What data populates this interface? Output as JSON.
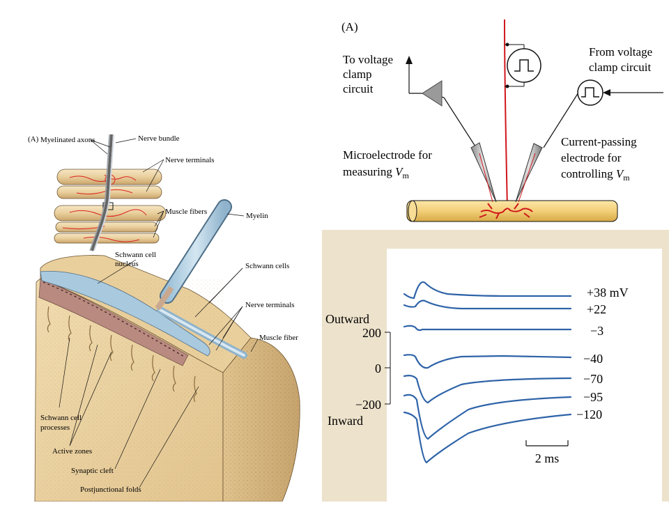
{
  "left_figure": {
    "panel_letter": "(A)",
    "labels": {
      "myelinated_axons": "Myelinated axons",
      "nerve_bundle": "Nerve bundle",
      "nerve_terminals_top": "Nerve terminals",
      "muscle_fibers": "Muscle fibers",
      "myelin": "Myelin",
      "schwann_nucleus_1": "Schwann cell",
      "schwann_nucleus_2": "nucleus",
      "schwann_cells": "Schwann cells",
      "nerve_terminals": "Nerve terminals",
      "muscle_fiber": "Muscle fiber",
      "schwann_processes_1": "Schwann cell",
      "schwann_processes_2": "processes",
      "active_zones": "Active zones",
      "synaptic_cleft": "Synaptic cleft",
      "postjunctional_folds": "Postjunctional folds"
    }
  },
  "clamp_figure": {
    "panel_letter": "(A)",
    "to_circuit": [
      "To voltage",
      "clamp",
      "circuit"
    ],
    "from_circuit": [
      "From voltage",
      "clamp circuit"
    ],
    "microelectrode": [
      "Microelectrode for",
      "measuring "
    ],
    "current_electrode": [
      "Current-passing",
      "electrode for",
      "controlling "
    ],
    "vm_symbol": "V",
    "vm_subscript": "m"
  },
  "current_figure": {
    "y_axis": {
      "ticks": [
        "200",
        "0",
        "−200"
      ],
      "outward_label": "Outward",
      "inward_label": "Inward"
    },
    "trace_labels": [
      "+38 mV",
      "+22",
      "−3",
      "−40",
      "−70",
      "−95",
      "−120"
    ],
    "scale_bar_label": "2 ms",
    "colors": {
      "trace": "#2e63a8",
      "background": "#ede2cb",
      "plot_bg": "#ffffff"
    }
  }
}
